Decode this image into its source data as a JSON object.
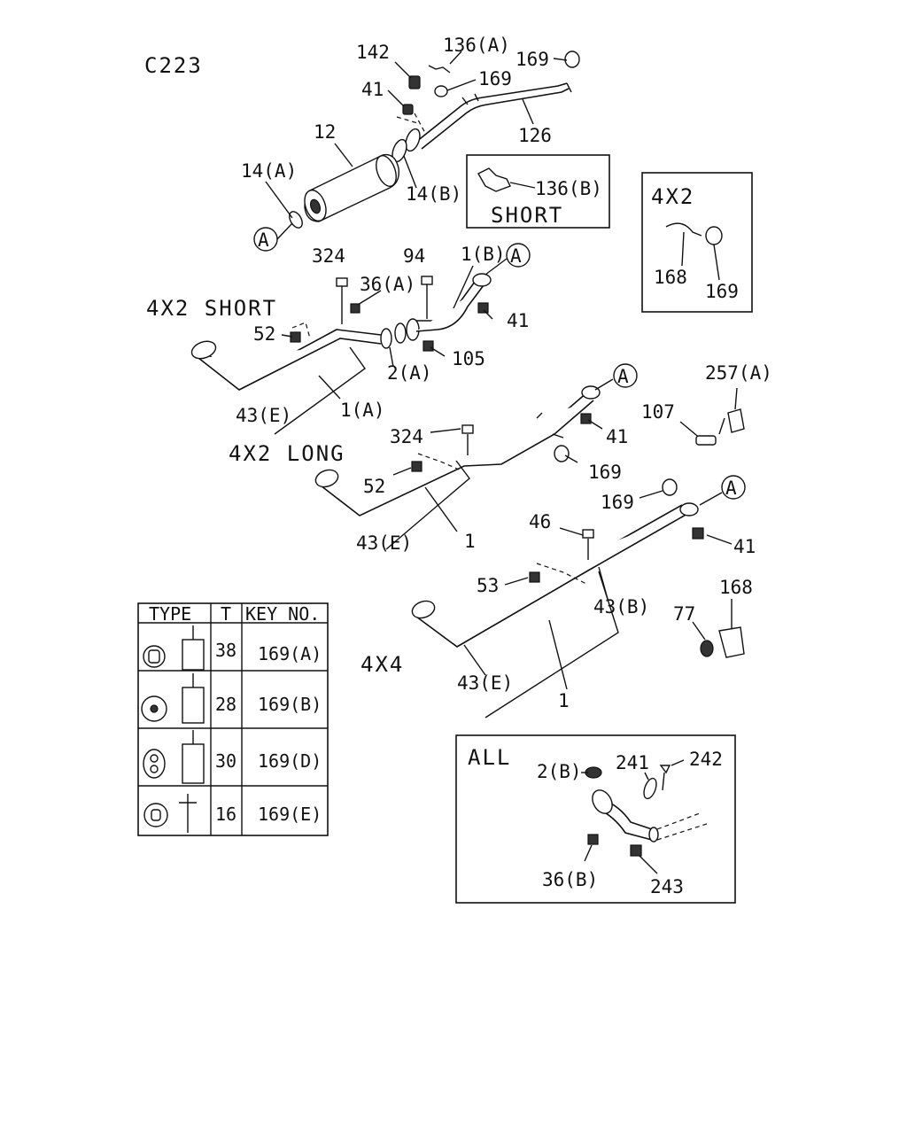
{
  "diagram_id": "C223",
  "section_labels": {
    "s4x2_short": "4X2  SHORT",
    "s4x2_long": "4X2  LONG",
    "s4x4": "4X4"
  },
  "inset_short": {
    "title": "SHORT",
    "part": "136(B)"
  },
  "inset_4x2": {
    "title": "4X2",
    "parts": [
      "168",
      "169"
    ]
  },
  "inset_all": {
    "title": "ALL",
    "parts": [
      "2(B)",
      "241",
      "242",
      "36(B)",
      "243"
    ]
  },
  "connector_marker": "A",
  "callouts": {
    "top": [
      "142",
      "136(A)",
      "169",
      "169",
      "41",
      "12",
      "14(A)",
      "14(B)",
      "126"
    ],
    "short": [
      "324",
      "94",
      "1(B)",
      "36(A)",
      "52",
      "41",
      "105",
      "2(A)",
      "1(A)",
      "43(E)"
    ],
    "long": [
      "324",
      "41",
      "52",
      "169",
      "43(E)",
      "1",
      "107",
      "257(A)"
    ],
    "x4": [
      "169",
      "46",
      "41",
      "53",
      "43(B)",
      "43(E)",
      "1",
      "168",
      "77"
    ]
  },
  "type_table": {
    "headers": [
      "TYPE",
      "T",
      "KEY NO."
    ],
    "rows": [
      {
        "t": "38",
        "key": "169(A)"
      },
      {
        "t": "28",
        "key": "169(B)"
      },
      {
        "t": "30",
        "key": "169(D)"
      },
      {
        "t": "16",
        "key": "169(E)"
      }
    ]
  }
}
